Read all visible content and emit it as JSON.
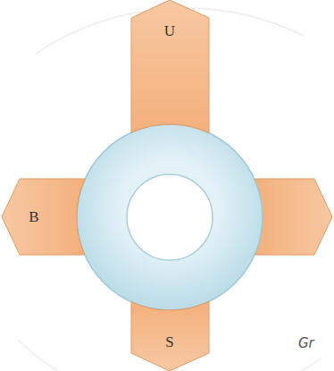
{
  "diagram": {
    "nodes": [
      {
        "text": [
          "U"
        ]
      },
      {
        "text": [
          "B"
        ]
      },
      {
        "text": [
          "S"
        ]
      }
    ],
    "labels": [
      "Gr"
    ]
  }
}
